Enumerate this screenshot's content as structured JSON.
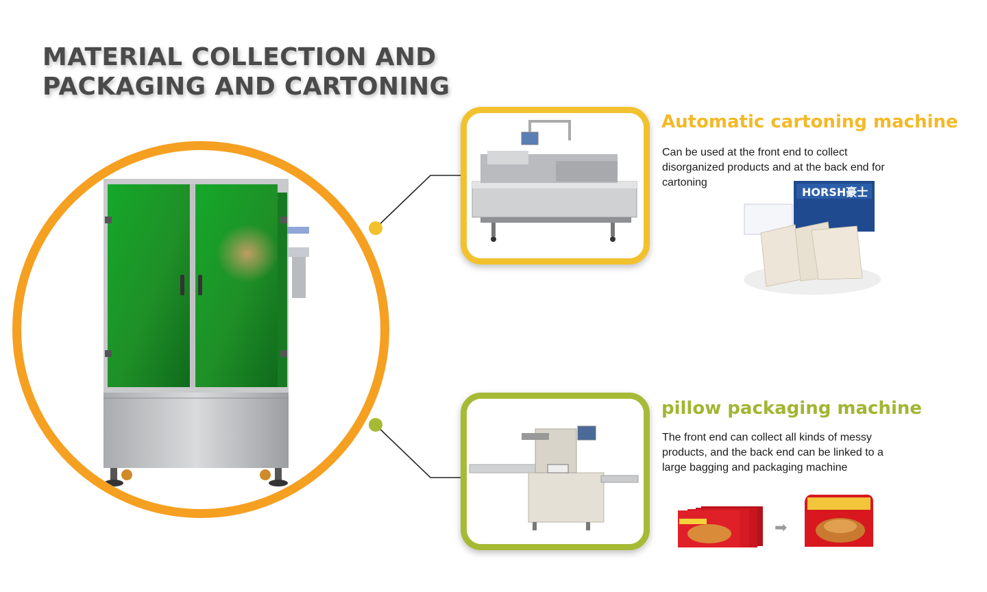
{
  "title": {
    "line1": "MATERIAL COLLECTION AND",
    "line2": "PACKAGING AND CARTONING"
  },
  "colors": {
    "ring_orange": "#f5a021",
    "card_yellow": "#f2c12e",
    "card_green": "#a7ba36",
    "heading_yellow": "#f3b927",
    "heading_green": "#a3b532",
    "machine_green_panel": "#1f9a2a"
  },
  "products": [
    {
      "heading": "Automatic cartoning machine",
      "description": "Can be used at the front end to collect disorganized products and at the back end for cartoning",
      "sample_box_label": "HORSH豪士"
    },
    {
      "heading": "pillow packaging machine",
      "description": "The front end can collect all kinds of messy products, and the back end can be linked to a large bagging and packaging machine",
      "arrow": "➡"
    }
  ]
}
